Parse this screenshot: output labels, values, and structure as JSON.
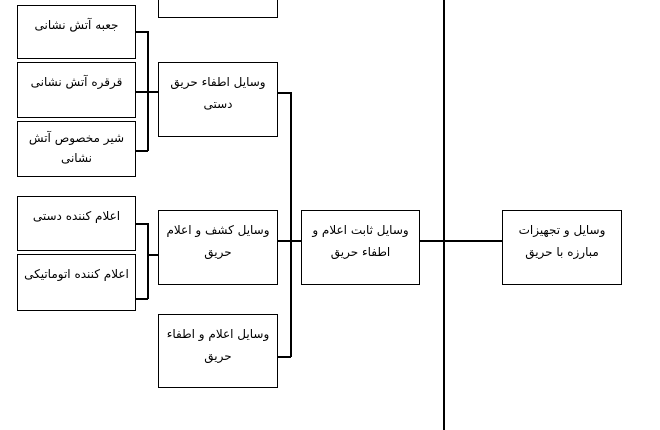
{
  "diagram": {
    "root": "وسایل و تجهیزات مبارزه با حریق",
    "fixed": "وسایل ثابت اعلام و اطفاء حریق",
    "manual_extinguish": "وسایل اطفاء حریق دستی",
    "detection": "وسایل کشف و اعلام حریق",
    "alarm_extinguish": "وسایل اعلام و اطفاء حریق",
    "fire_box": "جعبه آتش نشانی",
    "fire_reel": "قرقره آتش نشانی",
    "fire_valve": "شیر مخصوص آتش نشانی",
    "manual_alarm": "اعلام کننده دستی",
    "auto_alarm": "اعلام کننده اتوماتیکی"
  }
}
